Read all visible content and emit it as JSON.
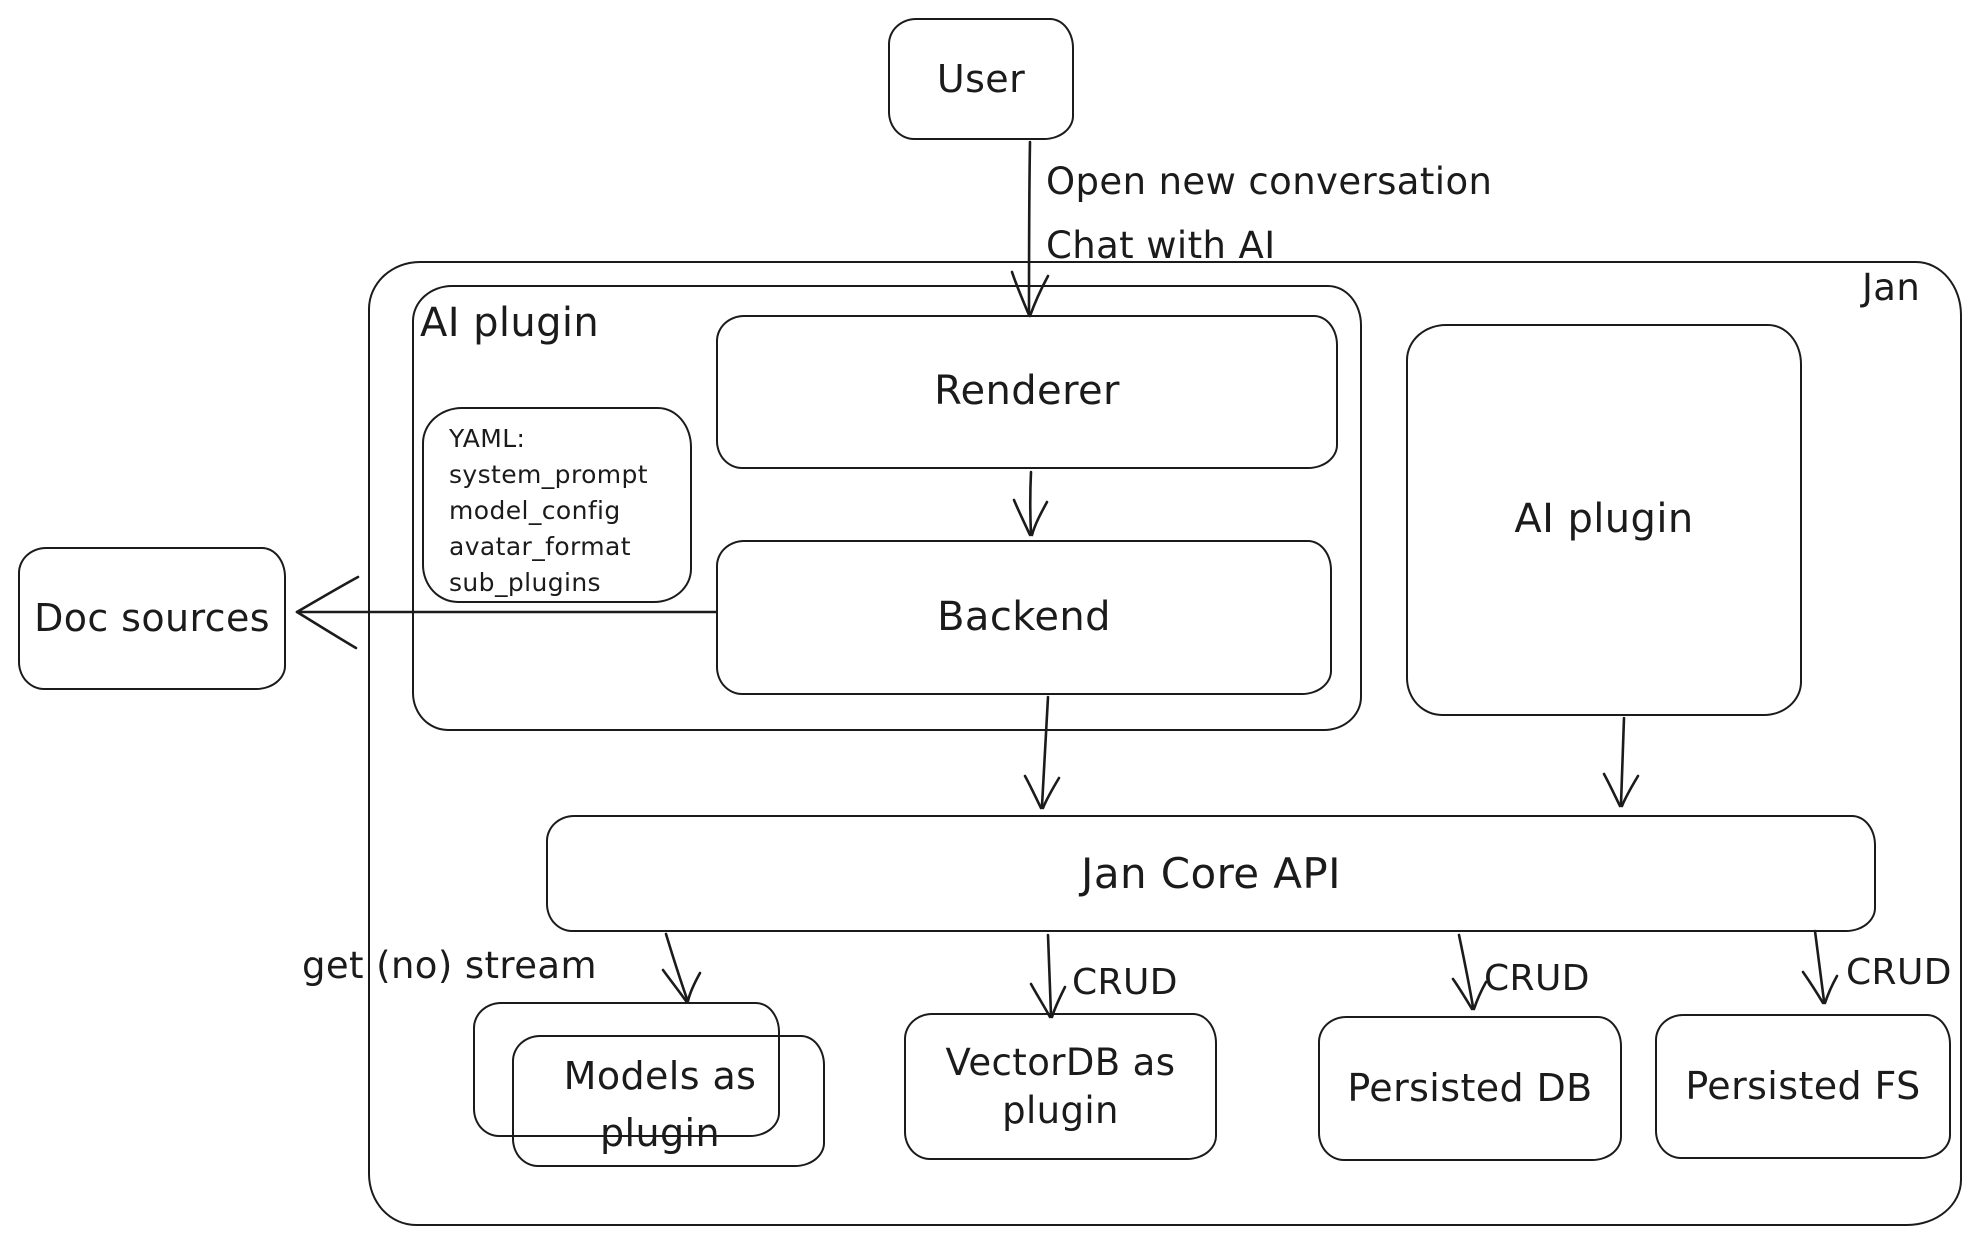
{
  "diagram": {
    "container_label": "Jan",
    "nodes": {
      "user": "User",
      "ai_plugin_left": "AI plugin",
      "renderer": "Renderer",
      "backend": "Backend",
      "doc_sources": "Doc sources",
      "ai_plugin_right": "AI plugin",
      "jan_core_api": "Jan Core API",
      "models_plugin_line1": "Models as",
      "models_plugin_line2": "plugin",
      "vectordb_plugin_line1": "VectorDB as",
      "vectordb_plugin_line2": "plugin",
      "persisted_db": "Persisted DB",
      "persisted_fs": "Persisted FS"
    },
    "yaml_note": {
      "title": "YAML:",
      "lines": [
        "system_prompt",
        "model_config",
        "avatar_format",
        "sub_plugins"
      ]
    },
    "edge_labels": {
      "user_flow_line1": "Open new conversation",
      "user_flow_line2": "Chat with AI",
      "models_edge": "get (no) stream",
      "vectordb_edge": "CRUD",
      "persisted_db_edge": "CRUD",
      "persisted_fs_edge": "CRUD"
    },
    "colors": {
      "stroke": "#1b1b1b",
      "background": "#ffffff"
    }
  }
}
